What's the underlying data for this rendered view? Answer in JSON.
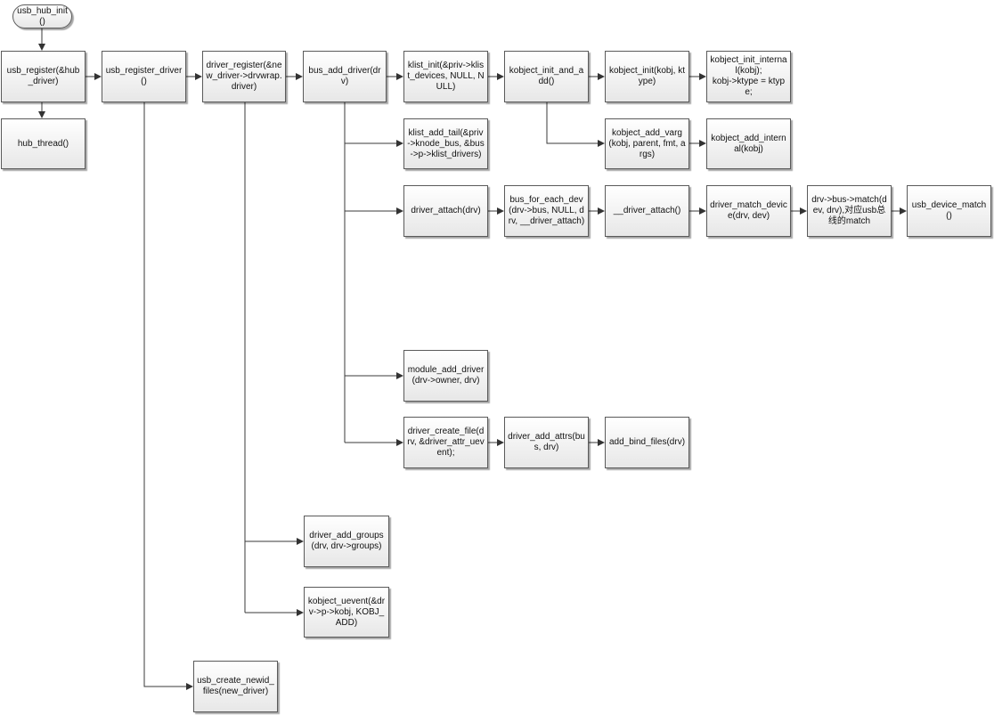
{
  "nodes": {
    "usb_hub_init": "usb_hub_init()",
    "usb_register": "usb_register(&hub_driver)",
    "hub_thread": "hub_thread()",
    "usb_register_driver": "usb_register_driver()",
    "driver_register": "driver_register(&new_driver->drvwrap.driver)",
    "bus_add_driver": "bus_add_driver(drv)",
    "klist_init": "klist_init(&priv->klist_devices, NULL, NULL)",
    "kobject_init_and_add": "kobject_init_and_add()",
    "kobject_init": "kobject_init(kobj, ktype)",
    "kobject_init_internal": "kobject_init_internal(kobj);\nkobj->ktype = ktype;",
    "kobject_add_varg": "kobject_add_varg(kobj, parent, fmt, args)",
    "kobject_add_internal": "kobject_add_internal(kobj)",
    "klist_add_tail": "klist_add_tail(&priv->knode_bus, &bus->p->klist_drivers)",
    "driver_attach": "driver_attach(drv)",
    "bus_for_each_dev": "bus_for_each_dev(drv->bus, NULL, drv, __driver_attach)",
    "__driver_attach": "__driver_attach()",
    "driver_match_device": "driver_match_device(drv, dev)",
    "drv_bus_match": "drv->bus->match(dev, drv),对应usb总线的match",
    "usb_device_match": "usb_device_match()",
    "module_add_driver": "module_add_driver(drv->owner, drv)",
    "driver_create_file": "driver_create_file(drv, &driver_attr_uevent);",
    "driver_add_attrs": "driver_add_attrs(bus, drv)",
    "add_bind_files": "add_bind_files(drv)",
    "driver_add_groups": "driver_add_groups(drv, drv->groups)",
    "kobject_uevent": "kobject_uevent(&drv->p->kobj, KOBJ_ADD)",
    "usb_create_newid_files": "usb_create_newid_files(new_driver)"
  }
}
